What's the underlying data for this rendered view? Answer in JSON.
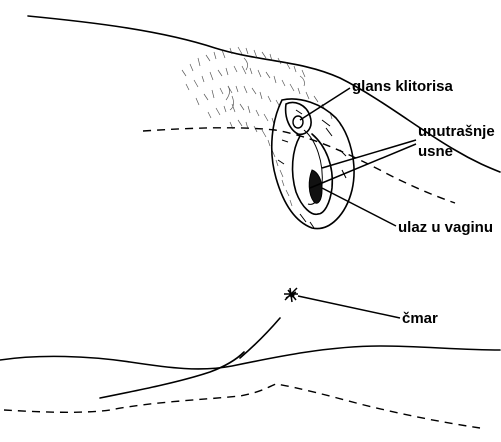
{
  "labels": {
    "glans": "glans klitorisa",
    "inner_lips_line1": "unutrašnje",
    "inner_lips_line2": "usne",
    "vaginal_opening": "ulaz u vaginu",
    "anus": "čmar"
  },
  "colors": {
    "ink": "#000000",
    "background": "#ffffff"
  }
}
